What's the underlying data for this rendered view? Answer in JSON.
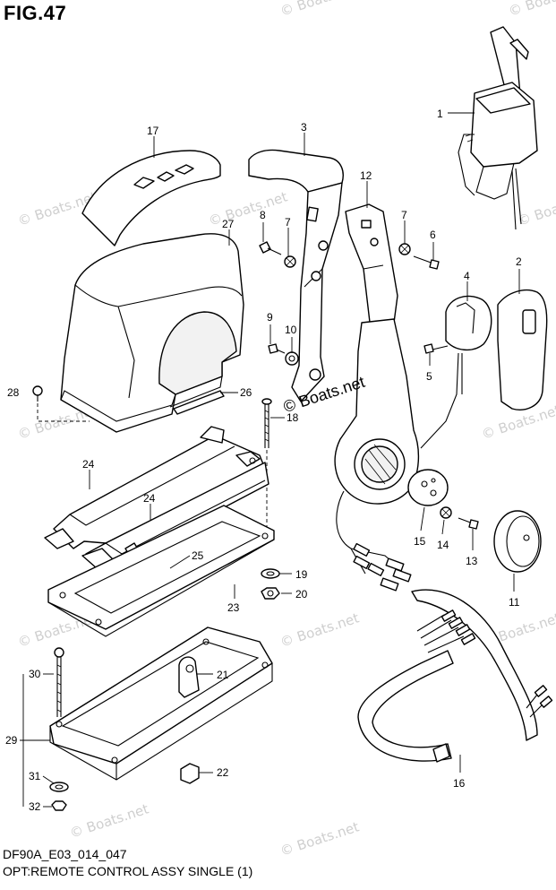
{
  "figure": {
    "title": "FIG.47",
    "code": "DF90A_E03_014_047",
    "caption": "OPT:REMOTE CONTROL ASSY SINGLE (1)"
  },
  "watermark": {
    "text": "© Boats.net",
    "center_text": "© Boats.net"
  },
  "parts": {
    "p1": "1",
    "p2": "2",
    "p3": "3",
    "p4": "4",
    "p5": "5",
    "p6": "6",
    "p7a": "7",
    "p7b": "7",
    "p8": "8",
    "p9": "9",
    "p10": "10",
    "p11": "11",
    "p12": "12",
    "p13": "13",
    "p14": "14",
    "p15": "15",
    "p16": "16",
    "p17": "17",
    "p18": "18",
    "p19": "19",
    "p20": "20",
    "p21": "21",
    "p22": "22",
    "p23": "23",
    "p24a": "24",
    "p24b": "24",
    "p25": "25",
    "p26": "26",
    "p27": "27",
    "p28": "28",
    "p29": "29",
    "p30": "30",
    "p31": "31",
    "p32": "32"
  },
  "colors": {
    "line": "#000000",
    "background": "#ffffff",
    "watermark": "#c8c8c8"
  }
}
